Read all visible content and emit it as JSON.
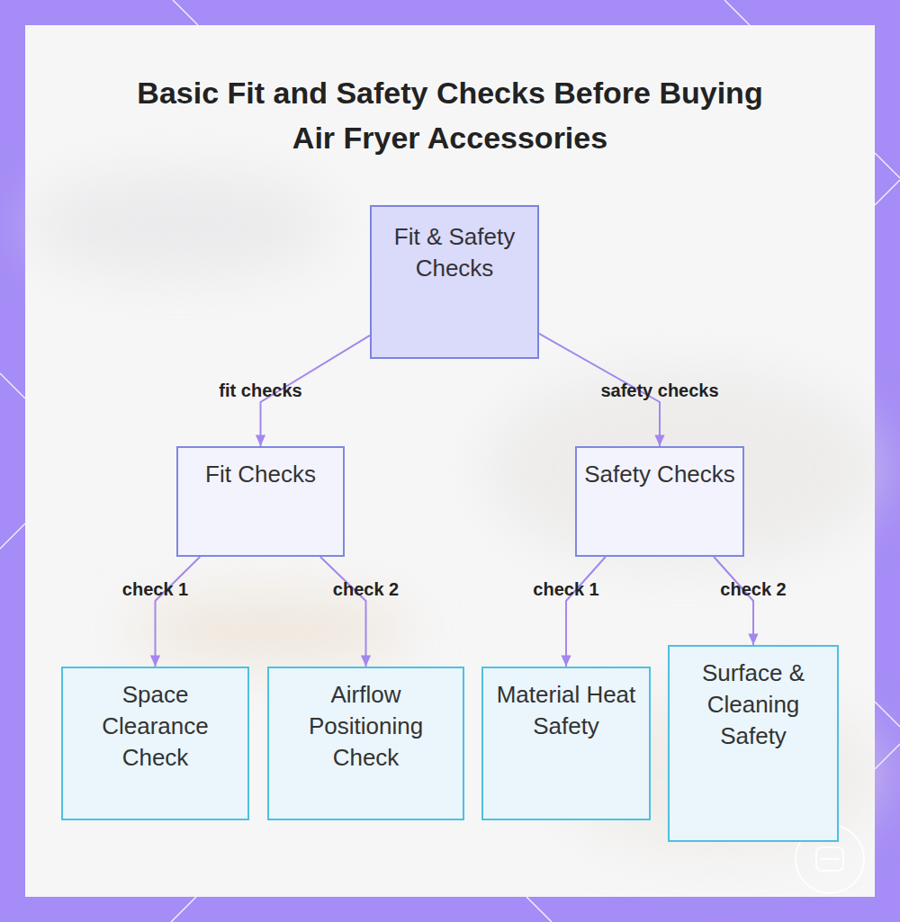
{
  "diagram": {
    "title": "Basic Fit and Safety Checks Before Buying Air Fryer Accessories",
    "nodes": [
      {
        "text": [
          "Fit & Safety Checks"
        ]
      },
      {
        "text": [
          "Fit Checks"
        ]
      },
      {
        "text": [
          "Safety Checks"
        ]
      },
      {
        "text": [
          "Space Clearance Check"
        ]
      },
      {
        "text": [
          "Airflow Positioning Check"
        ]
      },
      {
        "text": [
          "Material Heat Safety"
        ]
      },
      {
        "text": [
          "Surface & Cleaning Safety"
        ]
      }
    ],
    "edges": [
      {
        "from": 0,
        "to": 1,
        "label": "fit checks",
        "arrow": "to"
      },
      {
        "from": 0,
        "to": 2,
        "label": "safety checks",
        "arrow": "to"
      },
      {
        "from": 1,
        "to": 3,
        "label": "check 1",
        "arrow": "to"
      },
      {
        "from": 1,
        "to": 4,
        "label": "check 2",
        "arrow": "to"
      },
      {
        "from": 2,
        "to": 5,
        "label": "check 1",
        "arrow": "to"
      },
      {
        "from": 2,
        "to": 6,
        "label": "check 2",
        "arrow": "to"
      }
    ]
  }
}
